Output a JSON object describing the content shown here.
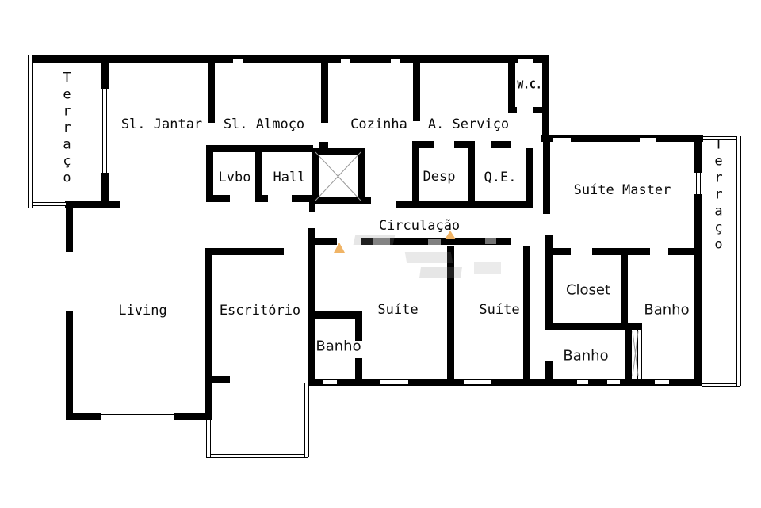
{
  "meta": {
    "background_color": "#ffffff",
    "wall_color": "#000000",
    "shaft_cross_color": "#9a9a9a",
    "watermark_accent_color": "#f0b466",
    "watermark_gray_color": "#8f8f8f"
  },
  "rooms": [
    {
      "id": "terraco-left",
      "label": "Terraço",
      "orientation": "vertical"
    },
    {
      "id": "sl-jantar",
      "label": "Sl. Jantar",
      "orientation": "horizontal"
    },
    {
      "id": "sl-almoco",
      "label": "Sl. Almoço",
      "orientation": "horizontal"
    },
    {
      "id": "cozinha",
      "label": "Cozinha",
      "orientation": "horizontal"
    },
    {
      "id": "a-servico",
      "label": "A. Serviço",
      "orientation": "horizontal"
    },
    {
      "id": "wc",
      "label": "W.C.",
      "orientation": "horizontal"
    },
    {
      "id": "lvbo",
      "label": "Lvbo",
      "orientation": "horizontal"
    },
    {
      "id": "hall",
      "label": "Hall",
      "orientation": "horizontal"
    },
    {
      "id": "desp",
      "label": "Desp",
      "orientation": "horizontal"
    },
    {
      "id": "qe",
      "label": "Q.E.",
      "orientation": "horizontal"
    },
    {
      "id": "suite-master",
      "label": "Suíte Master",
      "orientation": "horizontal"
    },
    {
      "id": "terraco-right",
      "label": "Terraço",
      "orientation": "vertical"
    },
    {
      "id": "circulacao",
      "label": "Circulação",
      "orientation": "horizontal"
    },
    {
      "id": "living",
      "label": "Living",
      "orientation": "horizontal"
    },
    {
      "id": "escritorio",
      "label": "Escritório",
      "orientation": "horizontal"
    },
    {
      "id": "suite-1",
      "label": "Suíte",
      "orientation": "horizontal"
    },
    {
      "id": "banho-suite-1",
      "label": "Banho",
      "orientation": "horizontal"
    },
    {
      "id": "suite-2",
      "label": "Suíte",
      "orientation": "horizontal"
    },
    {
      "id": "closet",
      "label": "Closet",
      "orientation": "horizontal"
    },
    {
      "id": "banho-master",
      "label": "Banho",
      "orientation": "horizontal"
    },
    {
      "id": "banho-suite-2",
      "label": "Banho",
      "orientation": "horizontal"
    }
  ]
}
